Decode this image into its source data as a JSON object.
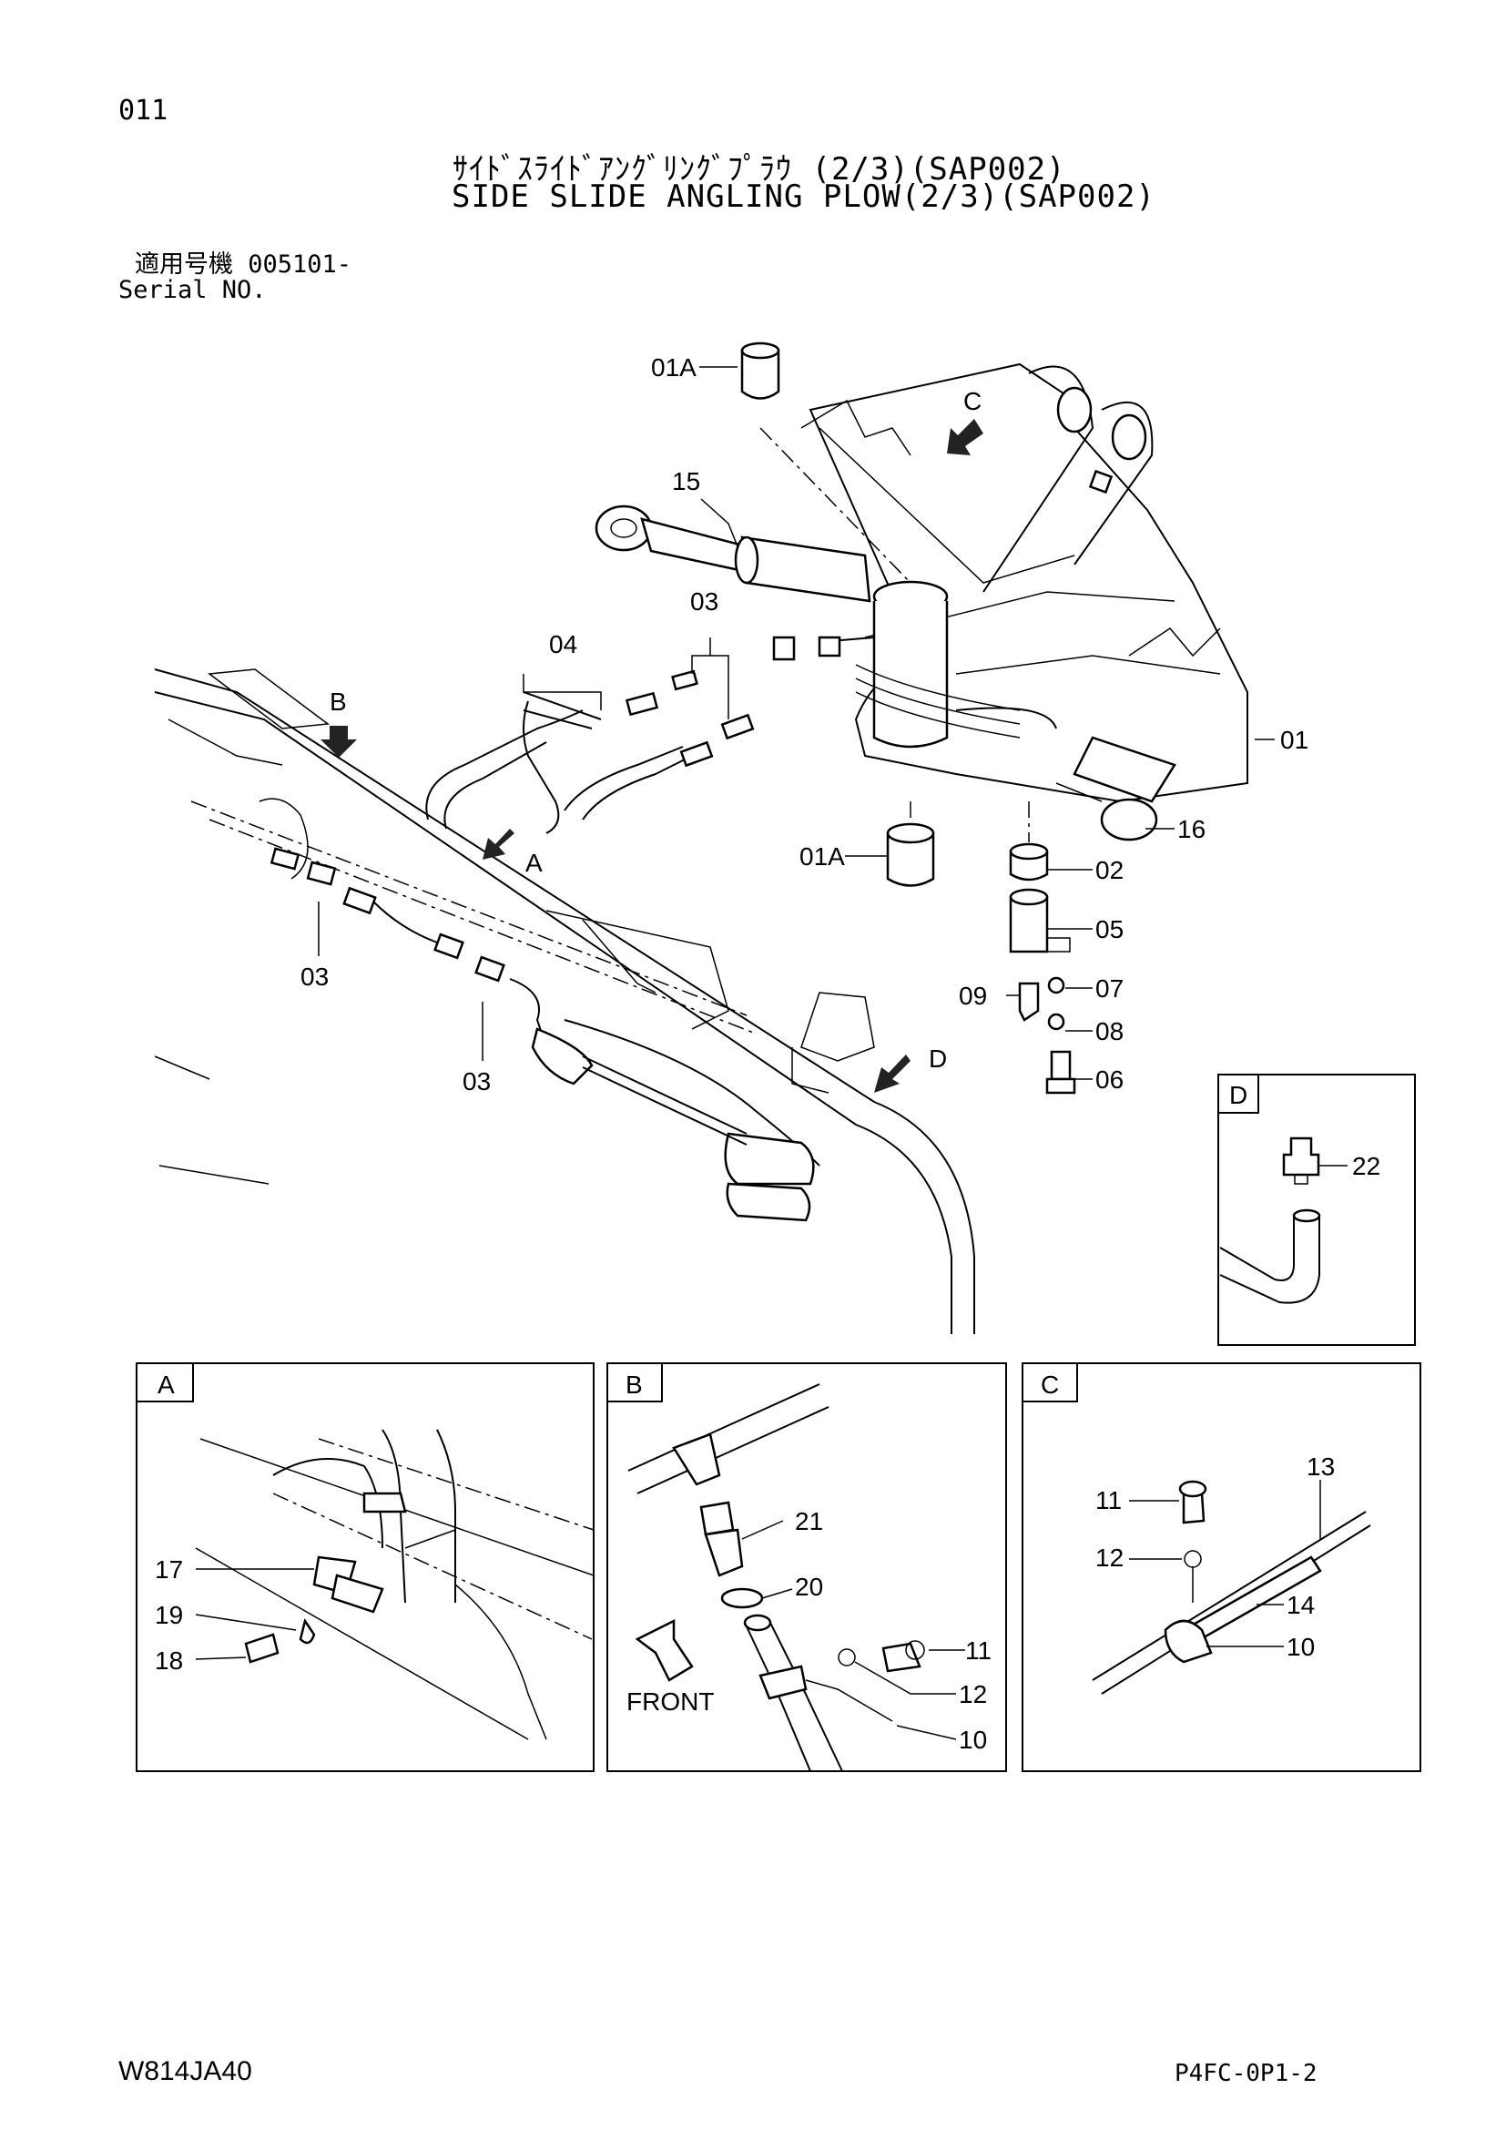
{
  "page": {
    "page_number": "011",
    "title_jp": "ｻｲﾄﾞｽﾗｲﾄﾞｱﾝｸﾞﾘﾝｸﾞﾌﾟﾗｳ (2/3)(SAP002)",
    "title_en": "SIDE SLIDE ANGLING PLOW(2/3)(SAP002)",
    "serial_jp": "適用号機 005101-",
    "serial_en": "Serial NO.",
    "doc_code": "W814JA40",
    "page_code": "P4FC-0P1-2"
  },
  "main_view": {
    "callouts": [
      "01A",
      "15",
      "03",
      "04",
      "B",
      "C",
      "A",
      "01A",
      "16",
      "01",
      "02",
      "05",
      "09",
      "07",
      "08",
      "06",
      "03",
      "03",
      "D"
    ]
  },
  "detail_views": {
    "D": {
      "label": "D",
      "callouts": [
        "22"
      ]
    },
    "A": {
      "label": "A",
      "callouts": [
        "17",
        "19",
        "18"
      ]
    },
    "B": {
      "label": "B",
      "callouts": [
        "21",
        "20",
        "11",
        "12",
        "10"
      ],
      "front_label": "FRONT"
    },
    "C": {
      "label": "C",
      "callouts": [
        "13",
        "11",
        "12",
        "14",
        "10"
      ]
    }
  }
}
